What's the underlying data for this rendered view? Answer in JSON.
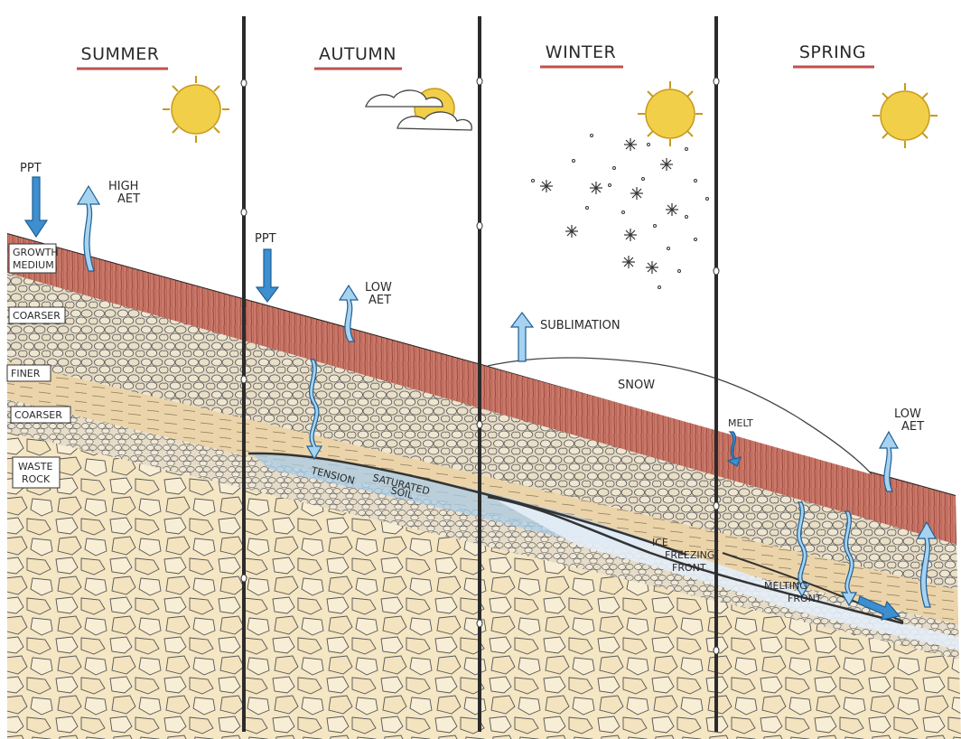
{
  "seasons": {
    "summer": "SUMMER",
    "autumn": "AUTUMN",
    "winter": "WINTER",
    "spring": "SPRING"
  },
  "layers": {
    "growth_line1": "GROWTH",
    "growth_line2": "MEDIUM",
    "coarser_top": "COARSER",
    "finer": "FINER",
    "coarser_bottom": "COARSER",
    "waste_line1": "WASTE",
    "waste_line2": "ROCK"
  },
  "annotations": {
    "summer_ppt": "PPT",
    "summer_high_aet_line1": "HIGH",
    "summer_high_aet_line2": "AET",
    "autumn_ppt": "PPT",
    "autumn_low_aet_line1": "LOW",
    "autumn_low_aet_line2": "AET",
    "tension_saturated_line1": "TENSION",
    "tension_saturated_line2": "SATURATED",
    "tension_saturated_line3": "SOIL",
    "sublimation": "SUBLIMATION",
    "snow": "SNOW",
    "ice_freezing_line1": "ICE",
    "ice_freezing_line2": "FREEZING",
    "ice_freezing_line3": "FRONT",
    "melt": "MELT",
    "melting_front_line1": "MELTING",
    "melting_front_line2": "FRONT",
    "spring_low_aet_line1": "LOW",
    "spring_low_aet_line2": "AET"
  },
  "colors": {
    "growth_medium": "#c9786a",
    "cobble_layer": "#d8ccb4",
    "finer_layer": "#ead2a8",
    "waste_rock": "#f3e2bd",
    "water_arrow": "#3d8fcf",
    "sun": "#f2cf48",
    "season_underline": "#c0504d",
    "divider": "#2b2b2b",
    "saturated_soil": "#a9cde8",
    "ice": "#dfeaf5"
  },
  "icons": {
    "sun": "sun-icon",
    "cloud": "cloud-icon",
    "snowflake": "snowflake-icon"
  }
}
